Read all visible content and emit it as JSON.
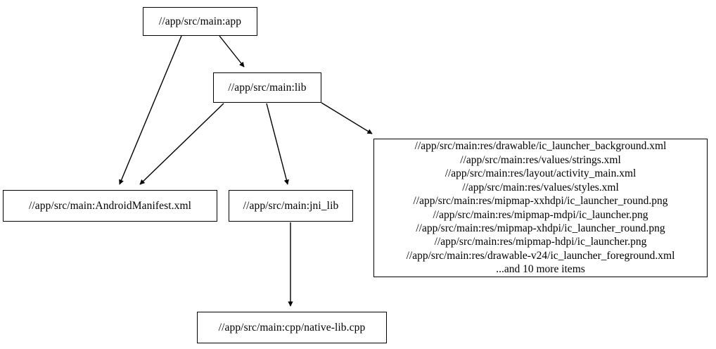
{
  "graph": {
    "type": "directed-dependency-graph",
    "nodes": [
      {
        "id": "app",
        "label": "//app/src/main:app"
      },
      {
        "id": "lib",
        "label": "//app/src/main:lib"
      },
      {
        "id": "manifest",
        "label": "//app/src/main:AndroidManifest.xml"
      },
      {
        "id": "jni_lib",
        "label": "//app/src/main:jni_lib"
      },
      {
        "id": "native_lib",
        "label": "//app/src/main:cpp/native-lib.cpp"
      },
      {
        "id": "resources",
        "lines": [
          "//app/src/main:res/drawable/ic_launcher_background.xml",
          "//app/src/main:res/values/strings.xml",
          "//app/src/main:res/layout/activity_main.xml",
          "//app/src/main:res/values/styles.xml",
          "//app/src/main:res/mipmap-xxhdpi/ic_launcher_round.png",
          "//app/src/main:res/mipmap-mdpi/ic_launcher.png",
          "//app/src/main:res/mipmap-xhdpi/ic_launcher_round.png",
          "//app/src/main:res/mipmap-hdpi/ic_launcher.png",
          "//app/src/main:res/drawable-v24/ic_launcher_foreground.xml",
          "...and 10 more items"
        ]
      }
    ],
    "edges": [
      {
        "from": "app",
        "to": "manifest"
      },
      {
        "from": "app",
        "to": "lib"
      },
      {
        "from": "lib",
        "to": "manifest"
      },
      {
        "from": "lib",
        "to": "jni_lib"
      },
      {
        "from": "lib",
        "to": "resources"
      },
      {
        "from": "jni_lib",
        "to": "native_lib"
      }
    ],
    "colors": {
      "node_border": "#000000",
      "node_fill": "#ffffff",
      "edge": "#000000",
      "text": "#000000",
      "background": "#ffffff"
    }
  }
}
